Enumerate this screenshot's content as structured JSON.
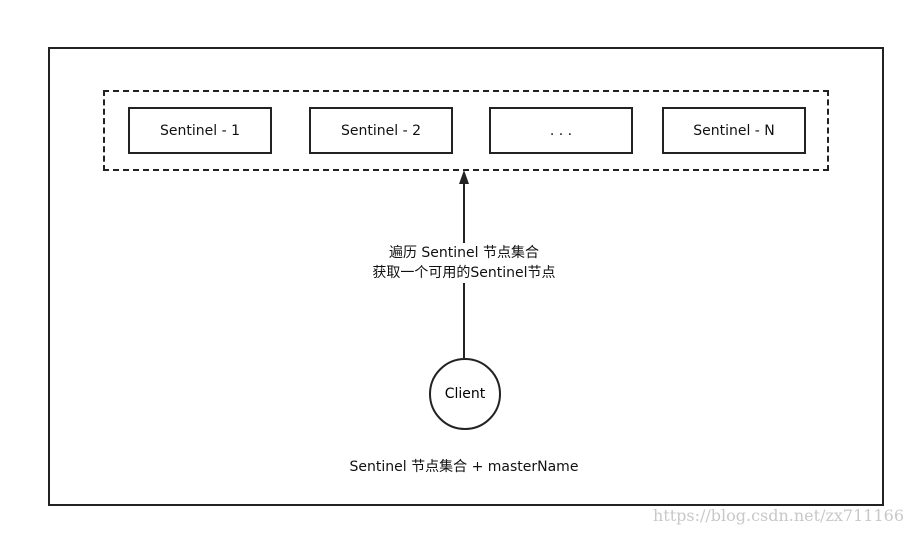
{
  "sentinels": [
    "Sentinel - 1",
    "Sentinel - 2",
    ". . .",
    "Sentinel - N"
  ],
  "arrow_label": {
    "line1": "遍历 Sentinel 节点集合",
    "line2": "获取一个可用的Sentinel节点"
  },
  "client": "Client",
  "bottom_label": "Sentinel 节点集合 + masterName",
  "watermark": "https://blog.csdn.net/zx711166"
}
